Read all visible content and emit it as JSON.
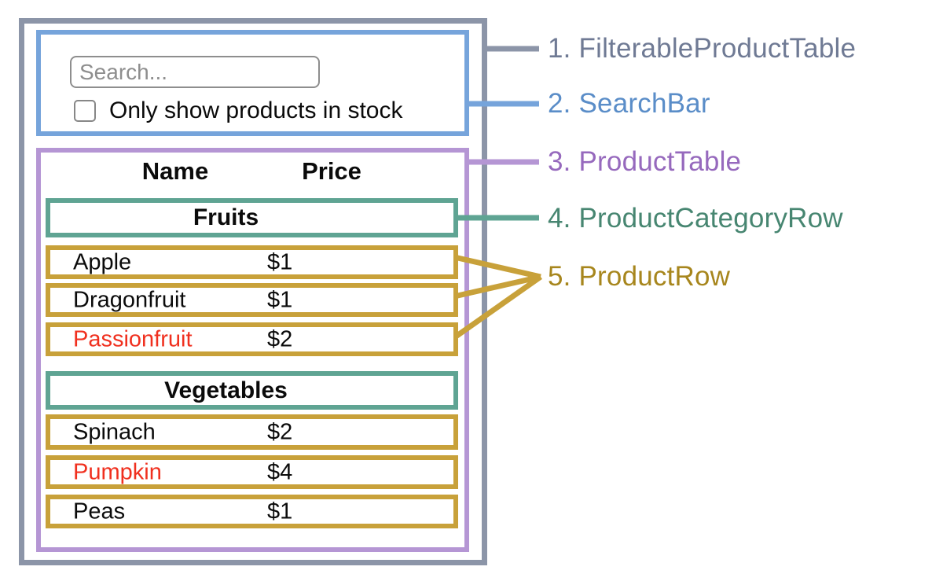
{
  "title": "Thinking in React UI outline",
  "annotations": [
    {
      "label": "1. FilterableProductTable",
      "color": "#6F7A94"
    },
    {
      "label": "2. SearchBar",
      "color": "#5A8DC8"
    },
    {
      "label": "3. ProductTable",
      "color": "#9669BD"
    },
    {
      "label": "4. ProductCategoryRow",
      "color": "#478671"
    },
    {
      "label": "5. ProductRow",
      "color": "#A7861D"
    }
  ],
  "search_bar": {
    "placeholder": "Search...",
    "checkbox_label": "Only show products in stock",
    "checkbox_checked": false
  },
  "product_table": {
    "headers": {
      "name": "Name",
      "price": "Price"
    },
    "sections": [
      {
        "category": "Fruits",
        "rows": [
          {
            "name": "Apple",
            "price": "$1",
            "stocked": true
          },
          {
            "name": "Dragonfruit",
            "price": "$1",
            "stocked": true
          },
          {
            "name": "Passionfruit",
            "price": "$2",
            "stocked": false
          }
        ]
      },
      {
        "category": "Vegetables",
        "rows": [
          {
            "name": "Spinach",
            "price": "$2",
            "stocked": true
          },
          {
            "name": "Pumpkin",
            "price": "$4",
            "stocked": false
          },
          {
            "name": "Peas",
            "price": "$1",
            "stocked": true
          }
        ]
      }
    ]
  },
  "colors": {
    "outer_border": "#8C95A8",
    "searchbar_border": "#76A4DB",
    "table_border": "#B596D4",
    "category_border": "#5FA493",
    "row_border": "#C8A13A",
    "out_of_stock_text": "#F0301F",
    "input_border": "#8E8E8E"
  }
}
